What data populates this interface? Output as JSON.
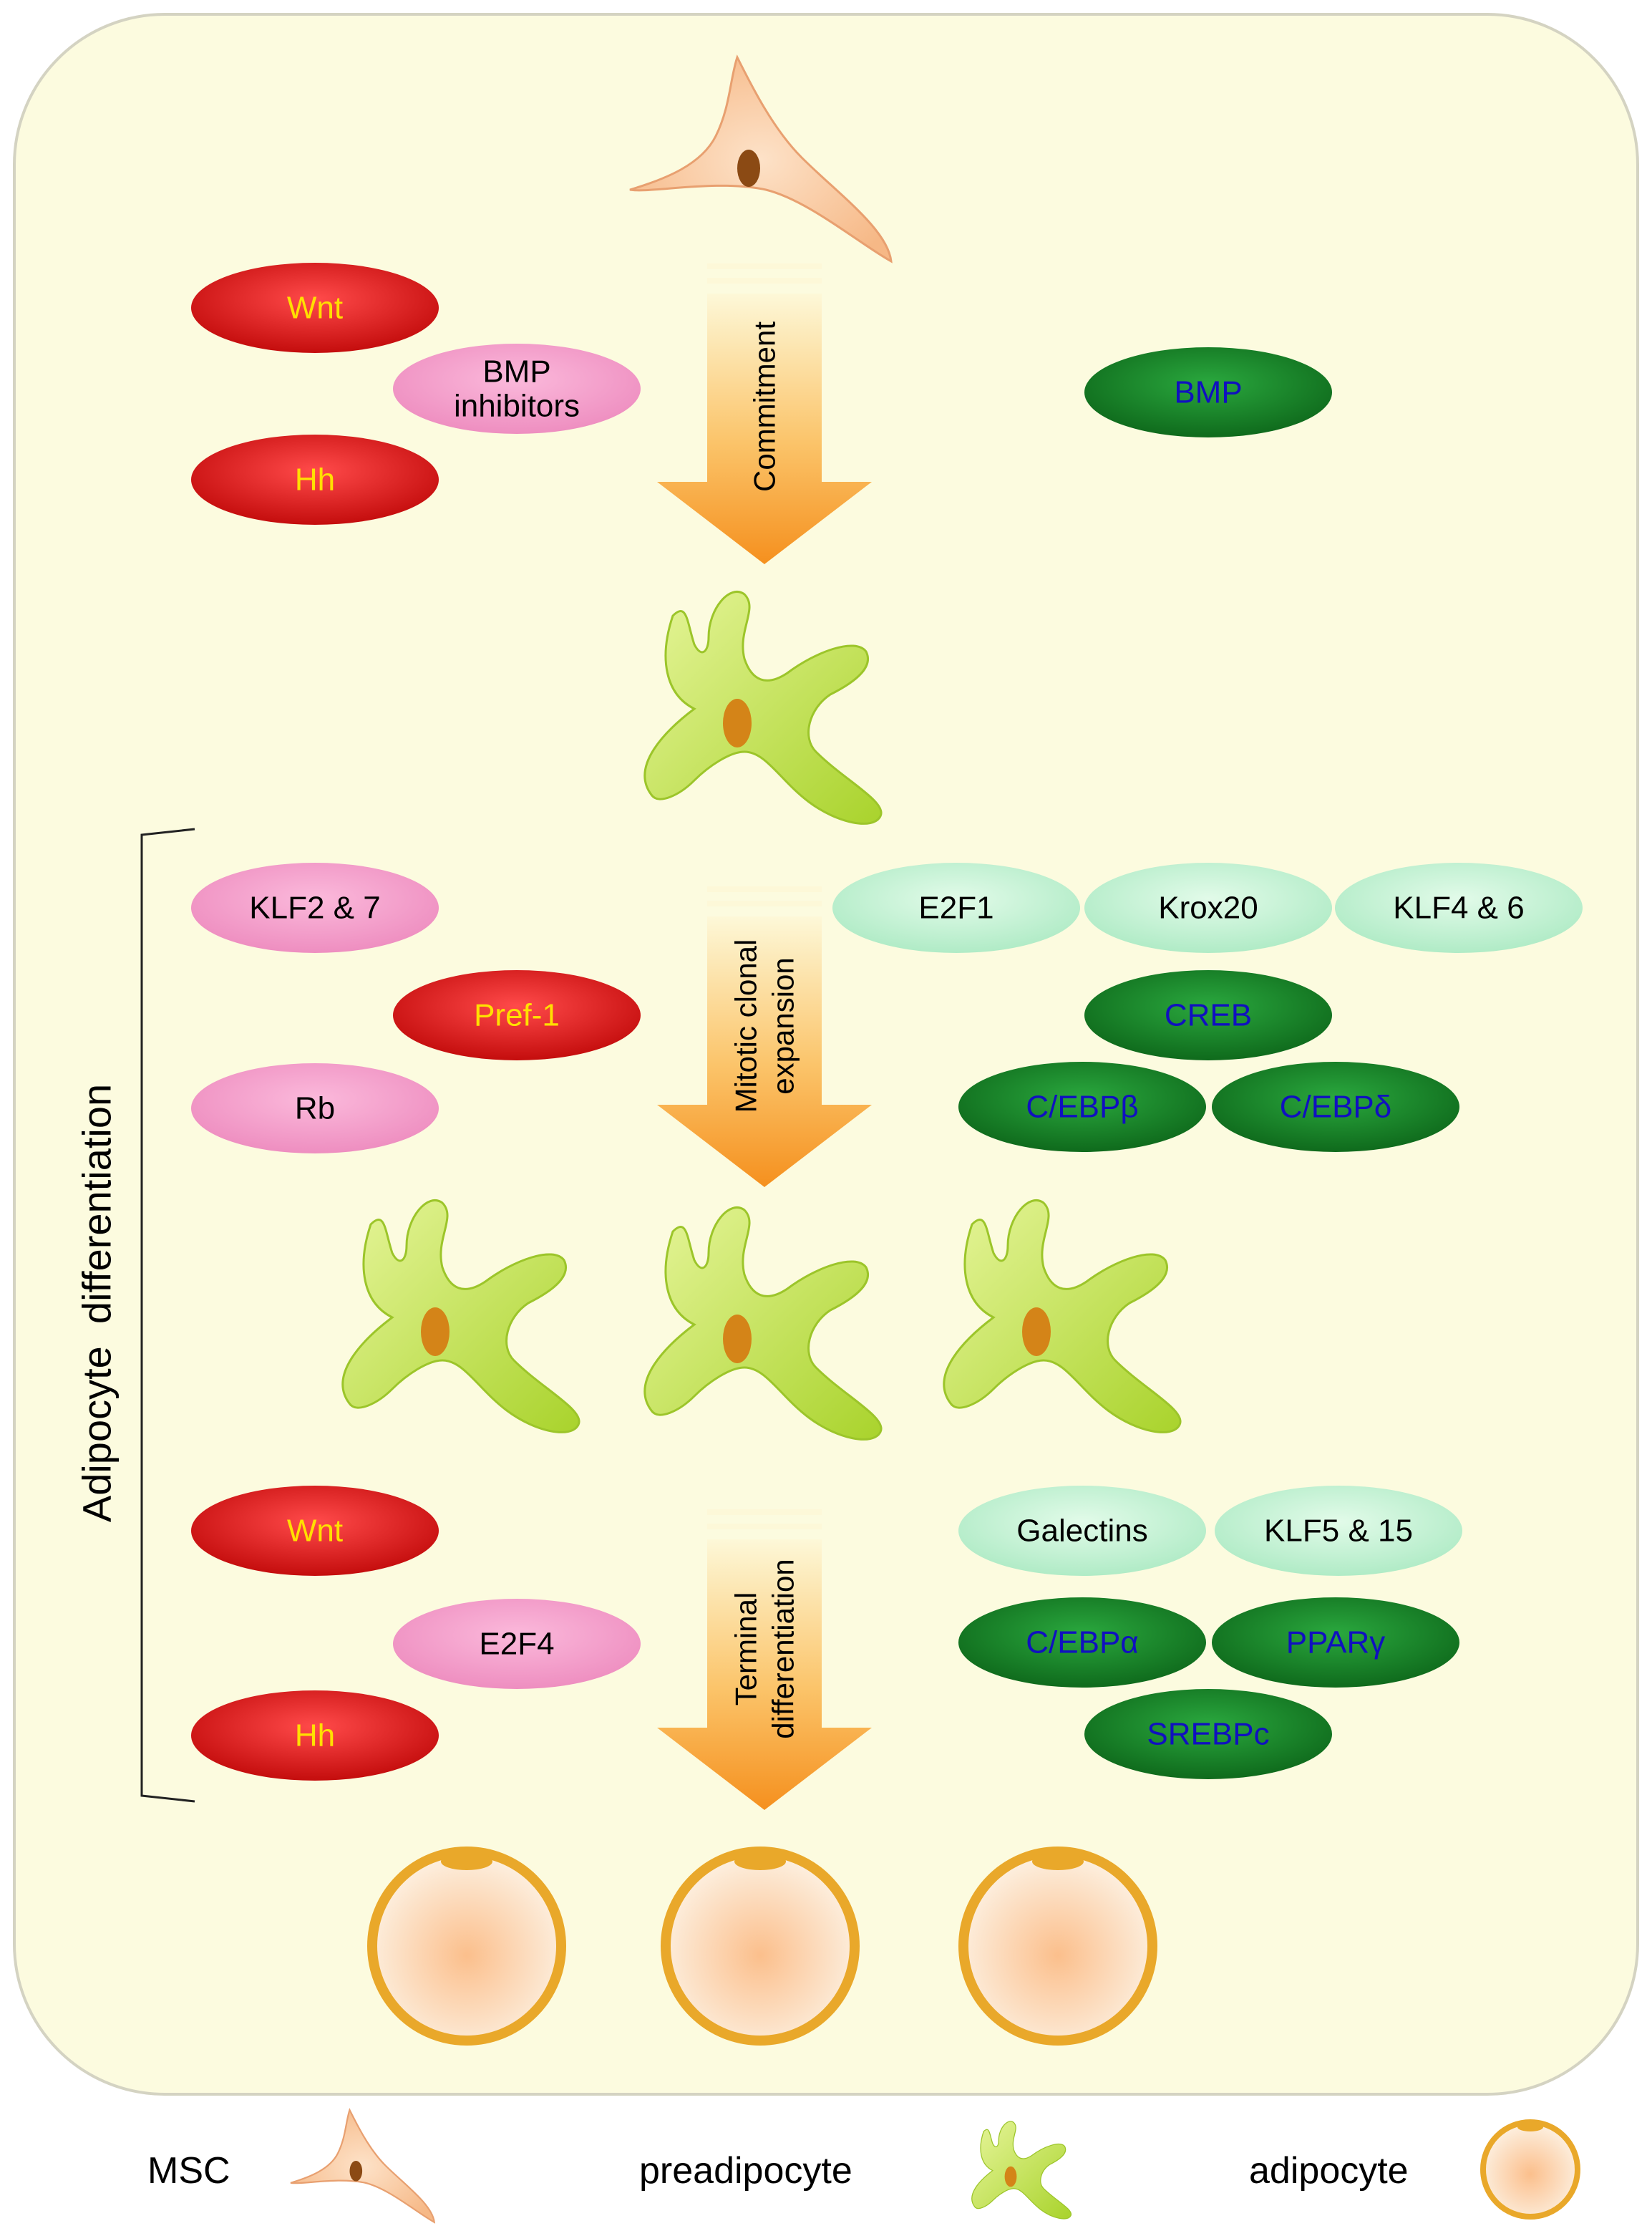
{
  "colors": {
    "background": "#fcfbdf",
    "panel_border": "#d0d0c4",
    "inhibitor_strong": "#e01f1f",
    "inhibitor_mild": "#f6a0cc",
    "promoter_strong": "#1c8c2d",
    "promoter_mild": "#c8f4d8",
    "text_yellow": "#ffe000",
    "text_blue": "#1010c0",
    "text_black": "#000000",
    "arrow": "#f79a2b",
    "cell_msc": "#f9c9a1",
    "cell_pre": "#bde34a",
    "cell_adipocyte_ring": "#e9a82a",
    "nucleus": "#d48418"
  },
  "arrows": {
    "commitment": "Commitment",
    "mitotic_line1": "Mitotic clonal",
    "mitotic_line2": "expansion",
    "terminal_line1": "Terminal",
    "terminal_line2": "differentiation"
  },
  "side_label": "Adipocyte  differentiation",
  "stages": {
    "commitment": {
      "inhibitors": [
        {
          "label": "Wnt",
          "kind": "strong"
        },
        {
          "label_line1": "BMP",
          "label_line2": "inhibitors",
          "kind": "mild"
        },
        {
          "label": "Hh",
          "kind": "strong"
        }
      ],
      "promoters": [
        {
          "label": "BMP",
          "kind": "strong"
        }
      ]
    },
    "mitotic": {
      "inhibitors": [
        {
          "label": "KLF2 & 7",
          "kind": "mild"
        },
        {
          "label": "Pref-1",
          "kind": "strong"
        },
        {
          "label": "Rb",
          "kind": "mild"
        }
      ],
      "promoters": [
        {
          "label": "E2F1",
          "kind": "mild"
        },
        {
          "label": "Krox20",
          "kind": "mild"
        },
        {
          "label": "KLF4 & 6",
          "kind": "mild"
        },
        {
          "label": "CREB",
          "kind": "strong"
        },
        {
          "label": "C/EBPβ",
          "kind": "strong"
        },
        {
          "label": "C/EBPδ",
          "kind": "strong"
        }
      ]
    },
    "terminal": {
      "inhibitors": [
        {
          "label": "Wnt",
          "kind": "strong"
        },
        {
          "label": "E2F4",
          "kind": "mild"
        },
        {
          "label": "Hh",
          "kind": "strong"
        }
      ],
      "promoters": [
        {
          "label": "Galectins",
          "kind": "mild"
        },
        {
          "label": "KLF5 & 15",
          "kind": "mild"
        },
        {
          "label": "C/EBPα",
          "kind": "strong"
        },
        {
          "label": "PPARγ",
          "kind": "strong"
        },
        {
          "label": "SREBPc",
          "kind": "strong"
        }
      ]
    }
  },
  "legend": {
    "msc": "MSC",
    "preadipocyte": "preadipocyte",
    "adipocyte": "adipocyte"
  }
}
